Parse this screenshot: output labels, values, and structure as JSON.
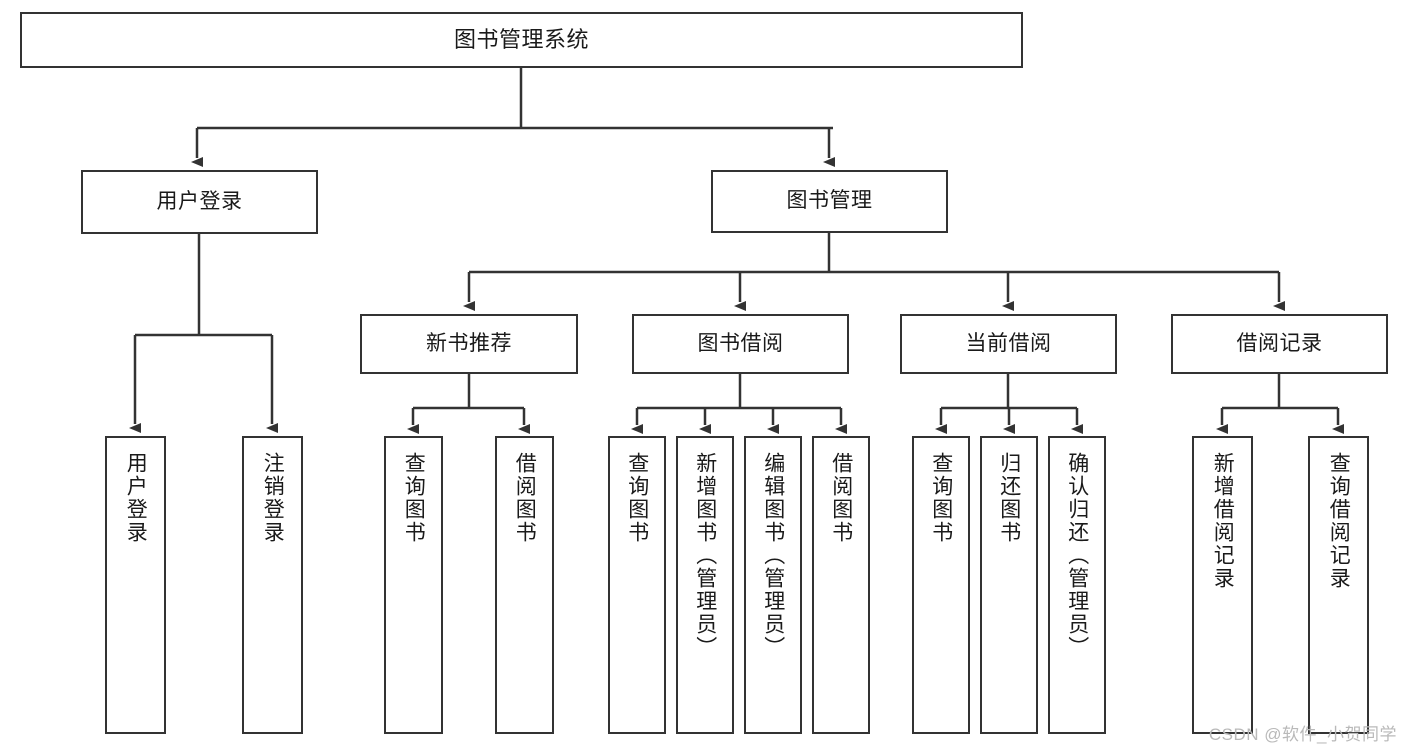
{
  "diagram": {
    "title": "图书管理系统",
    "type": "tree",
    "watermark": "CSDN @软件_小贺同学",
    "colors": {
      "node_border": "#333333",
      "node_fill": "#ffffff",
      "edge": "#333333",
      "text": "#1a1a1a",
      "watermark": "#b9b9b9",
      "background": "#ffffff"
    },
    "nodes": {
      "root": {
        "label": "图书管理系统"
      },
      "level2": [
        {
          "label": "用户登录"
        },
        {
          "label": "图书管理"
        }
      ],
      "level3": [
        {
          "label": "新书推荐"
        },
        {
          "label": "图书借阅"
        },
        {
          "label": "当前借阅"
        },
        {
          "label": "借阅记录"
        }
      ],
      "leaves_user_login": [
        {
          "label": "用户登录"
        },
        {
          "label": "注销登录"
        }
      ],
      "leaves_new_book": [
        {
          "label": "查询图书"
        },
        {
          "label": "借阅图书"
        }
      ],
      "leaves_borrow": [
        {
          "label": "查询图书"
        },
        {
          "label": "新增图书（管理员）"
        },
        {
          "label": "编辑图书（管理员）"
        },
        {
          "label": "借阅图书"
        }
      ],
      "leaves_current": [
        {
          "label": "查询图书"
        },
        {
          "label": "归还图书"
        },
        {
          "label": "确认归还（管理员）"
        }
      ],
      "leaves_records": [
        {
          "label": "新增借阅记录"
        },
        {
          "label": "查询借阅记录"
        }
      ]
    }
  }
}
